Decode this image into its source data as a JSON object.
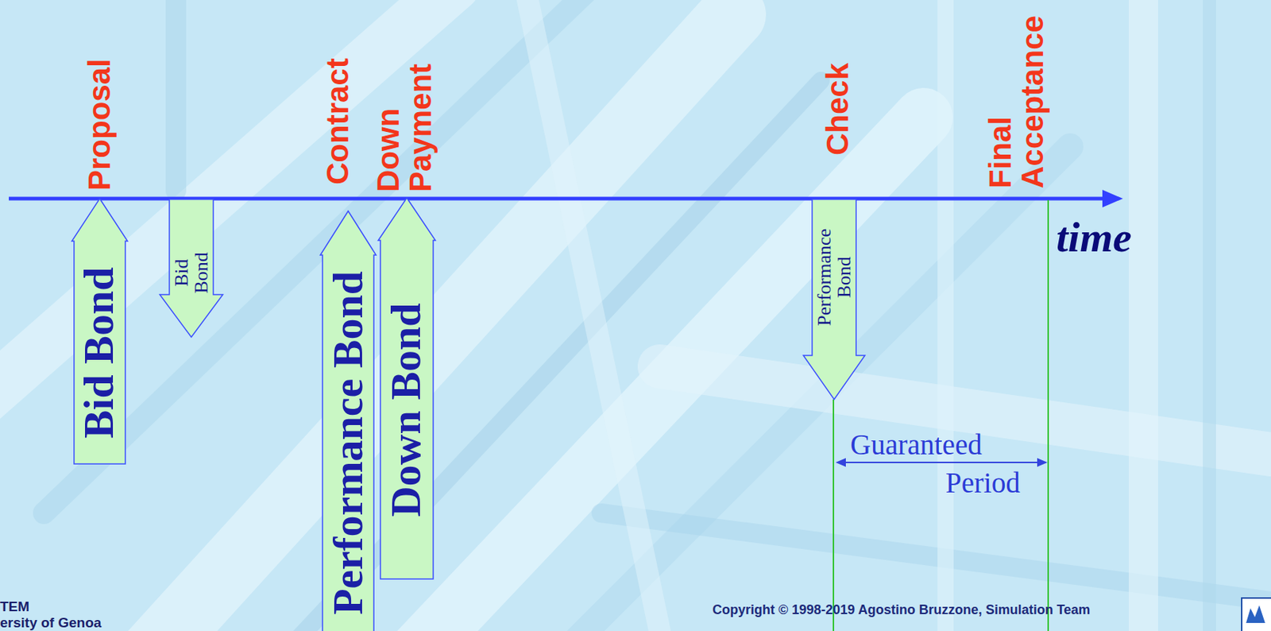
{
  "diagram": {
    "nodes": [
      {
        "text": [
          "Bid Bond"
        ]
      },
      {
        "text": [
          "Bid Bond"
        ]
      },
      {
        "text": [
          "Performance Bond"
        ]
      },
      {
        "text": [
          "Down Bond"
        ]
      },
      {
        "text": [
          "Performance Bond"
        ]
      }
    ],
    "labels": [
      "Proposal",
      "Contract",
      "Down Payment",
      "Check",
      "Final Acceptance",
      "time",
      "Guaranteed",
      "Period",
      "TEM",
      "ersity of Genoa",
      "Copyright © 1998-2019 Agostino Bruzzone, Simulation Team"
    ]
  }
}
